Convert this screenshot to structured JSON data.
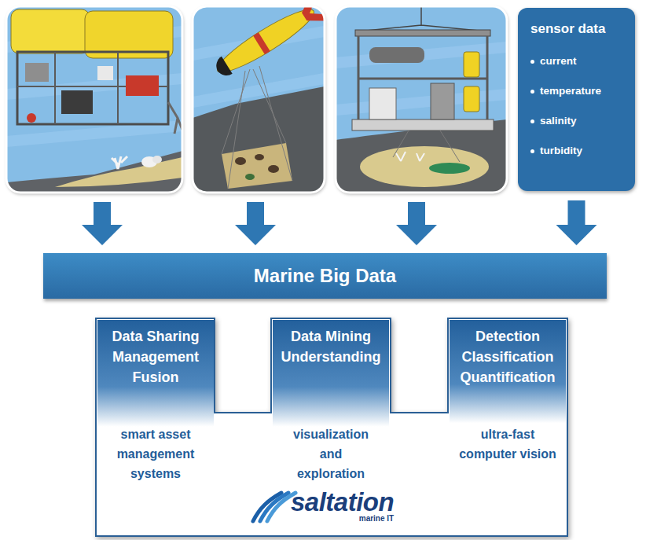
{
  "diagram": {
    "nodes": [
      {
        "text": [
          "sensor data",
          "current",
          "temperature",
          "salinity",
          "turbidity"
        ]
      },
      {
        "text": [
          "Marine Big Data"
        ]
      },
      {
        "text": [
          "saltation",
          "marine IT"
        ]
      },
      {
        "text": [
          "Data Sharing Management Fusion",
          "smart asset management systems"
        ],
        "in": 2
      },
      {
        "text": [
          "Data Mining Understanding",
          "visualization and exploration"
        ],
        "in": 2
      },
      {
        "text": [
          "Detection Classification Quantification",
          "ultra-fast computer vision"
        ],
        "in": 2
      }
    ],
    "edges": [
      {
        "from": 0,
        "to": 1,
        "arrow": "to"
      }
    ]
  }
}
